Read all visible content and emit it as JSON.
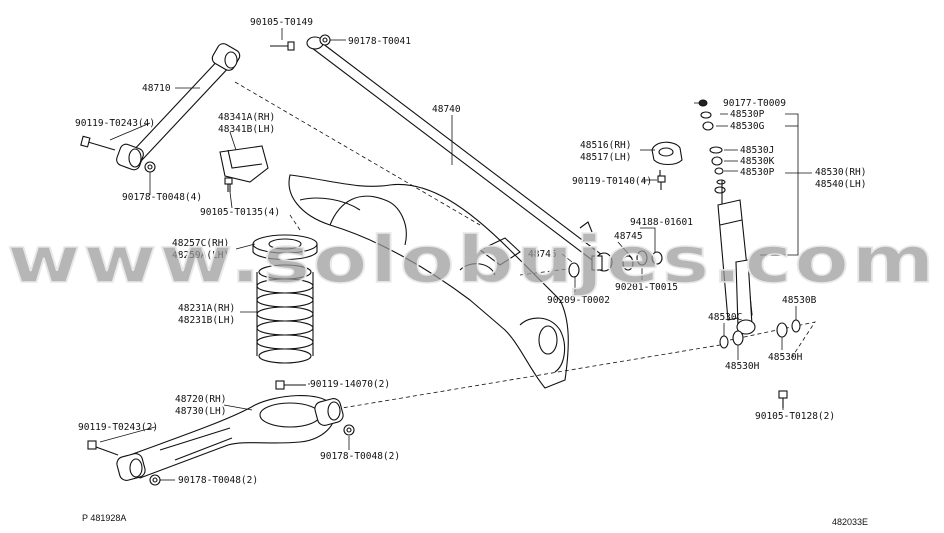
{
  "labels": {
    "l_90105_T0149": "90105-T0149",
    "l_90178_T0041": "90178-T0041",
    "l_48710": "48710",
    "l_48740": "48740",
    "l_48341A": "48341A(RH)",
    "l_48341B": "48341B(LH)",
    "l_90119_T0243_4": "90119-T0243(4)",
    "l_90178_T0048_4": "90178-T0048(4)",
    "l_90105_T0135": "90105-T0135(4)",
    "l_48516": "48516(RH)",
    "l_48517": "48517(LH)",
    "l_90119_T0140": "90119-T0140(4)",
    "l_90177_T0009": "90177-T0009",
    "l_48530P_top": "48530P",
    "l_48530G": "48530G",
    "l_48530J": "48530J",
    "l_48530K": "48530K",
    "l_48530P_mid": "48530P",
    "l_48530RH": "48530(RH)",
    "l_48540LH": "48540(LH)",
    "l_94188": "94188-01601",
    "l_48745_a": "48745",
    "l_48745_b": "48745",
    "l_90209": "90209-T0002",
    "l_90201": "90201-T0015",
    "l_48257C": "48257C(RH)",
    "l_48259A": "48259A(LH)",
    "l_48231A": "48231A(RH)",
    "l_48231B": "48231B(LH)",
    "l_90119_14070": "90119-14070(2)",
    "l_48720": "48720(RH)",
    "l_48730": "48730(LH)",
    "l_90119_T0243_2": "90119-T0243(2)",
    "l_90178_T0048_2a": "90178-T0048(2)",
    "l_90178_T0048_2b": "90178-T0048(2)",
    "l_48530C": "48530C",
    "l_48530B": "48530B",
    "l_48530H_a": "48530H",
    "l_48530H_b": "48530H",
    "l_90105_T0128": "90105-T0128(2)"
  },
  "footer": {
    "left_code": "P  481928A",
    "right_code": "482033E"
  },
  "watermark": "www.solobujes.com"
}
